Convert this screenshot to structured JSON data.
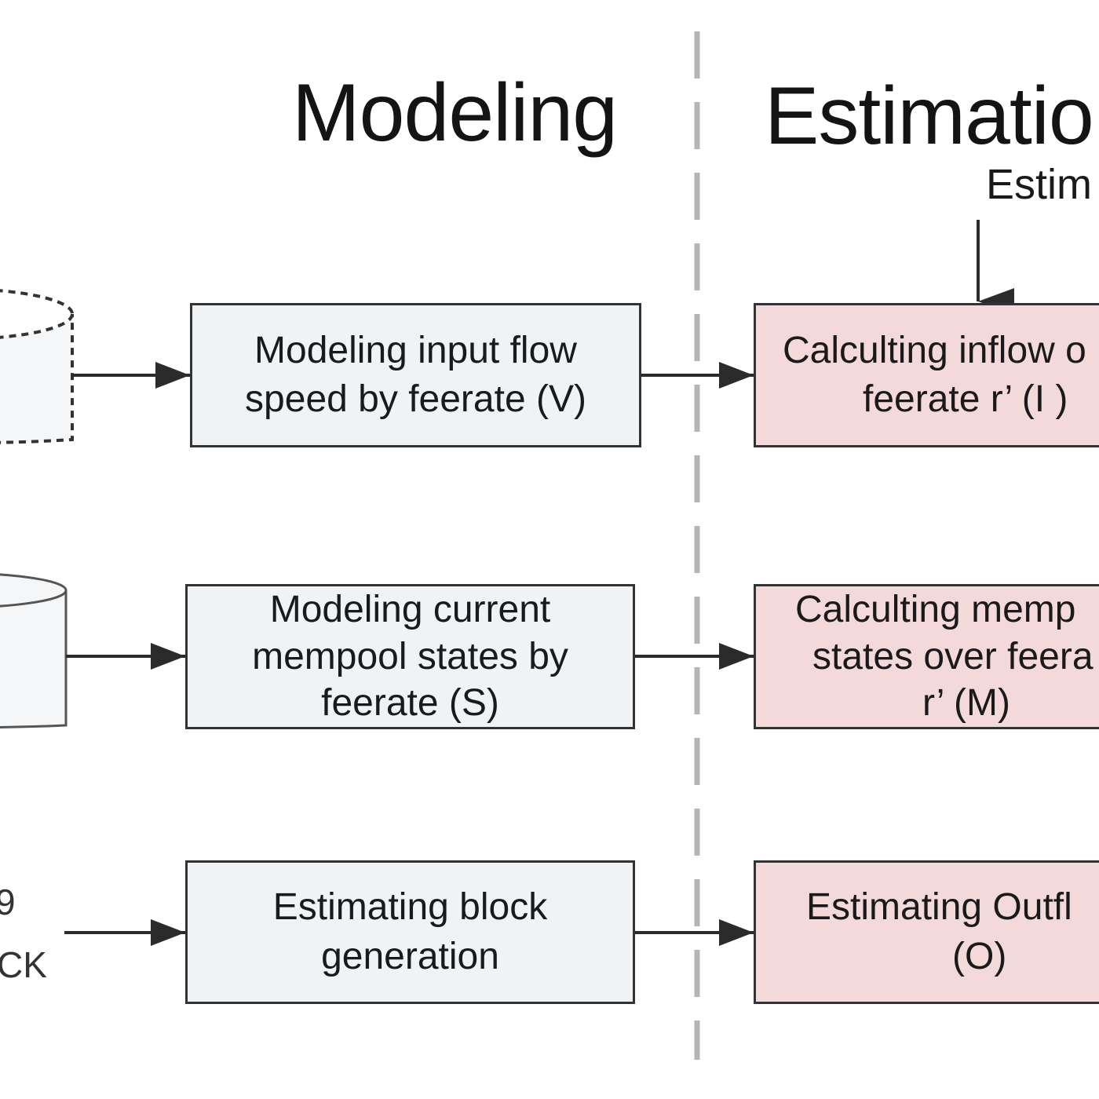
{
  "headings": {
    "modeling": "Modeling",
    "estimation": "Estimatio"
  },
  "estimation_note": "Estim",
  "left_labels": {
    "top": "9",
    "bottom": "CK"
  },
  "modeling_boxes": [
    {
      "line1": "Modeling input flow",
      "line2": "speed by feerate   (V)",
      "line3": ""
    },
    {
      "line1": "Modeling current",
      "line2": "mempool states by",
      "line3": "feerate  (S)"
    },
    {
      "line1": "Estimating block",
      "line2": "generation",
      "line3": ""
    }
  ],
  "estimation_boxes": [
    {
      "line1": "Calculting inflow o",
      "line2": "feerate r’   (I )",
      "line3": ""
    },
    {
      "line1": "Calculting memp",
      "line2": "states over feera",
      "line3": "r’   (M)"
    },
    {
      "line1": "Estimating Outfl",
      "line2": "(O)",
      "line3": ""
    }
  ],
  "colors": {
    "modeling_box_fill": "#eff3f6",
    "estimation_box_fill": "#f3d9d9",
    "divider": "#b5b5b5",
    "stroke": "#2b2b2b"
  }
}
